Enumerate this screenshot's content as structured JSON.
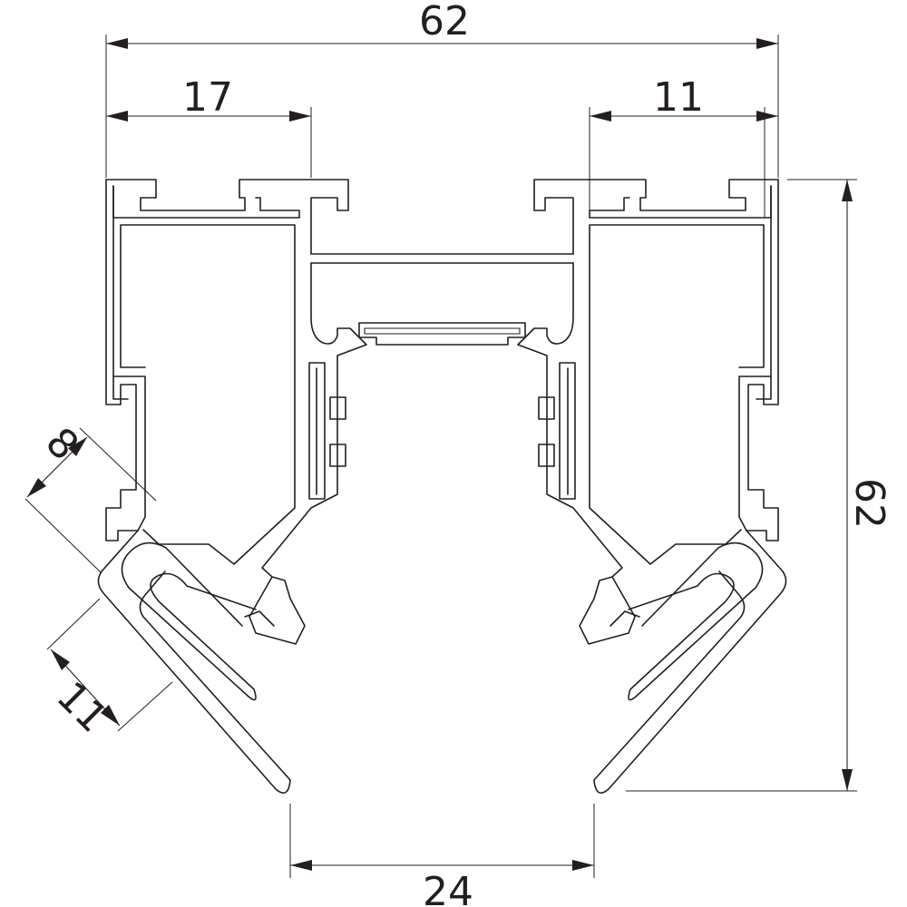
{
  "dimensions": {
    "overall_width": "62",
    "left_flange_width": "17",
    "right_flange_width": "11",
    "overall_height": "62",
    "opening_width": "24",
    "diagonal_lip_depth": "8",
    "diagonal_lip_length": "11"
  },
  "colors": {
    "line": "#231f20",
    "background": "#ffffff"
  }
}
